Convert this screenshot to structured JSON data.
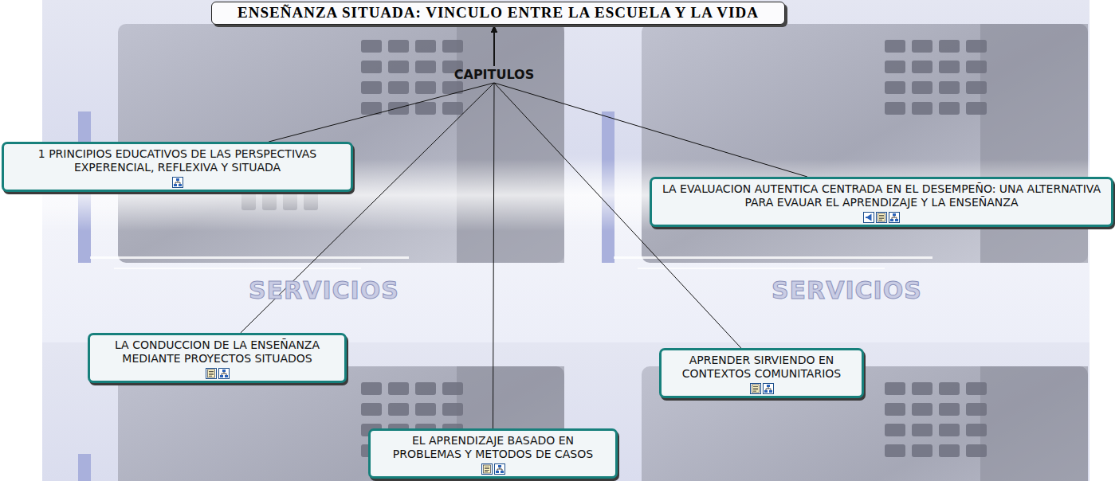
{
  "diagram": {
    "nodes": [
      {
        "text": [
          "ENSEÑANZA SITUADA: VINCULO ENTRE LA ESCUELA Y LA VIDA"
        ]
      },
      {
        "text": [
          "1 PRINCIPIOS EDUCATIVOS DE LAS PERSPECTIVAS EXPERENCIAL, REFLEXIVA Y SITUADA"
        ]
      },
      {
        "text": [
          "LA EVALUACION AUTENTICA CENTRADA EN EL DESEMPEÑO: UNA ALTERNATIVA PARA EVAUAR EL APRENDIZAJE Y LA ENSEÑANZA"
        ]
      },
      {
        "text": [
          "LA CONDUCCION DE LA ENSEÑANZA MEDIANTE PROYECTOS SITUADOS"
        ]
      },
      {
        "text": [
          "APRENDER SIRVIENDO EN CONTEXTOS COMUNITARIOS"
        ]
      },
      {
        "text": [
          "EL APRENDIZAJE BASADO EN PROBLEMAS Y METODOS DE CASOS"
        ]
      }
    ],
    "edges": [
      {
        "from": 1,
        "to": 0,
        "arrow": "to"
      },
      {
        "from": 2,
        "to": 0,
        "arrow": "to"
      },
      {
        "from": 3,
        "to": 0,
        "arrow": "to"
      },
      {
        "from": 4,
        "to": 0,
        "arrow": "to"
      },
      {
        "from": 5,
        "to": 0,
        "arrow": "to"
      }
    ],
    "labels": [
      "CAPITULOS",
      "SERVICIOS",
      "SERVICIOS"
    ]
  }
}
